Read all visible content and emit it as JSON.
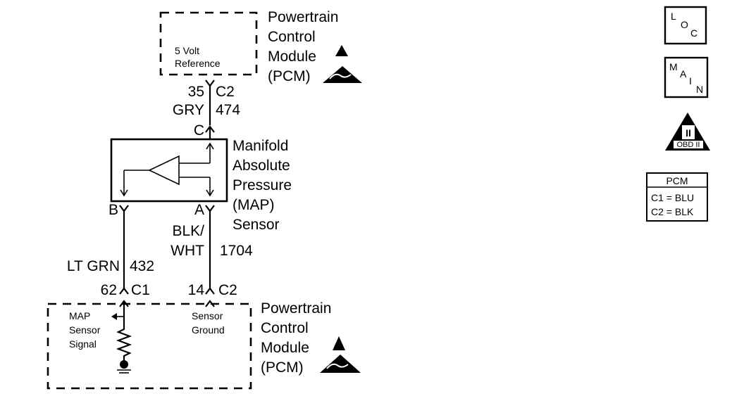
{
  "pcm_top": {
    "title_lines": [
      "Powertrain",
      "Control",
      "Module",
      "(PCM)"
    ],
    "internal_label_lines": [
      "5 Volt",
      "Reference"
    ]
  },
  "pcm_top_connection": {
    "pin": "35",
    "connector": "C2",
    "wire_color": "GRY",
    "circuit": "474"
  },
  "sensor": {
    "title_lines": [
      "Manifold",
      "Absolute",
      "Pressure",
      "(MAP)",
      "Sensor"
    ],
    "terminal_c": "C",
    "terminal_b": "B",
    "terminal_a": "A"
  },
  "left_wire": {
    "wire_color": "LT GRN",
    "circuit": "432",
    "pin": "62",
    "connector": "C1"
  },
  "right_wire": {
    "wire_color_lines": [
      "BLK/",
      "WHT"
    ],
    "circuit": "1704",
    "pin": "14",
    "connector": "C2"
  },
  "pcm_bottom": {
    "title_lines": [
      "Powertrain",
      "Control",
      "Module",
      "(PCM)"
    ],
    "signal_label_lines": [
      "MAP",
      "Sensor",
      "Signal"
    ],
    "ground_label_lines": [
      "Sensor",
      "Ground"
    ]
  },
  "legend": {
    "loc_letters": [
      "L",
      "O",
      "C"
    ],
    "main_letters": [
      "M",
      "A",
      "I",
      "N"
    ],
    "obd_label": "OBD II",
    "obd_numeral": "II",
    "pcm_table": {
      "header": "PCM",
      "rows": [
        "C1 = BLU",
        "C2 = BLK"
      ]
    }
  }
}
